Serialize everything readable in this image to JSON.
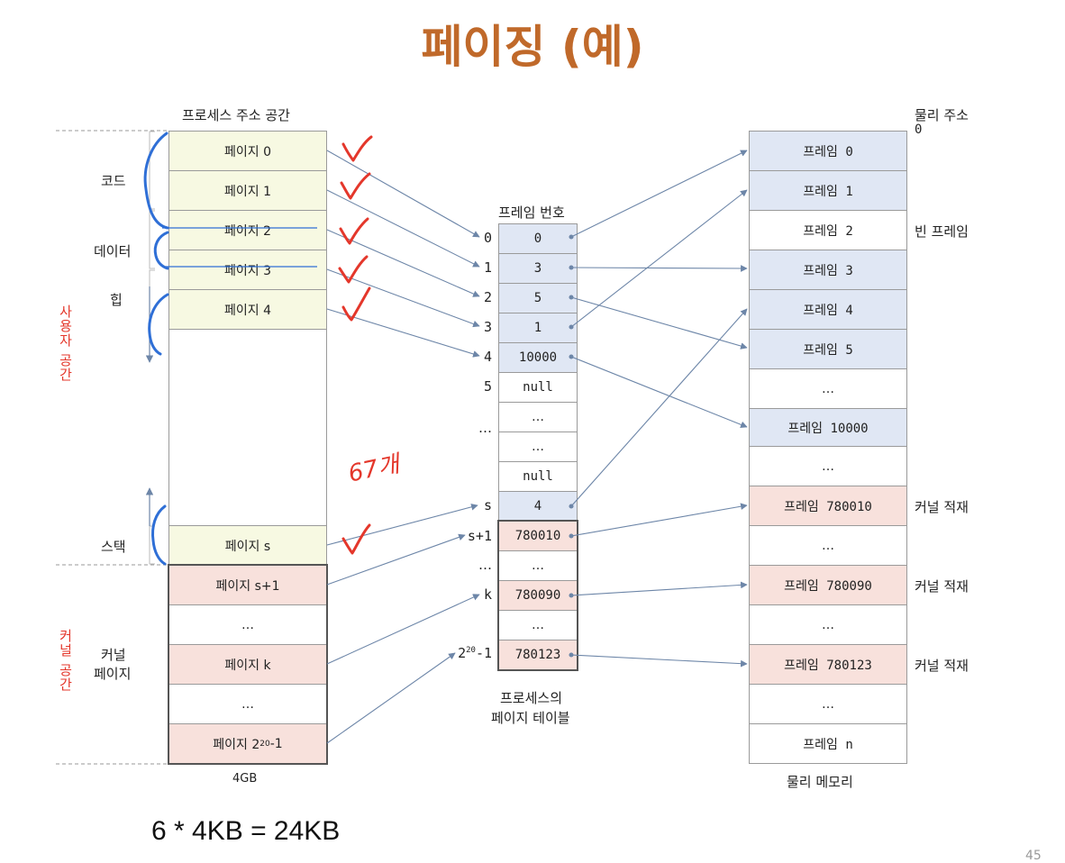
{
  "title": "페이징 (예)",
  "process": {
    "header": "프로세스 주소 공간",
    "bottom": "4GB",
    "sections": {
      "code": "코드",
      "data": "데이터",
      "heap": "힙",
      "stack": "스택",
      "kernel_line1": "커널",
      "kernel_line2": "페이지"
    },
    "user_space": [
      "사",
      "용",
      "자",
      " ",
      "공",
      "간"
    ],
    "kernel_space": [
      "커",
      "널",
      " ",
      "공",
      "간"
    ],
    "pages": [
      "페이지 0",
      "페이지 1",
      "페이지 2",
      "페이지 3",
      "페이지 4",
      "",
      "페이지 s",
      "페이지 s+1",
      "…",
      "페이지 k",
      "…"
    ],
    "last_page_prefix": "페이지 2",
    "last_page_sup": "20",
    "last_page_suffix": "-1"
  },
  "page_table": {
    "header": "프레임 번호",
    "caption_line1": "프로세스의",
    "caption_line2": "페이지 테이블",
    "indices": [
      "0",
      "1",
      "2",
      "3",
      "4",
      "5",
      "…",
      "s",
      "s+1",
      "…",
      "k"
    ],
    "last_index_prefix": "2",
    "last_index_sup": "20",
    "last_index_suffix": "-1",
    "entries": [
      "0",
      "3",
      "5",
      "1",
      "10000",
      "null",
      "…",
      "…",
      "null",
      "4",
      "780010",
      "…",
      "780090",
      "…",
      "780123"
    ]
  },
  "physical": {
    "header_line1": "물리 주소",
    "header_line2": "0",
    "caption": "물리 메모리",
    "frames": [
      "프레임 0",
      "프레임 1",
      "프레임 2",
      "프레임 3",
      "프레임 4",
      "프레임 5",
      "…",
      "프레임 10000",
      "…",
      "프레임 780010",
      "…",
      "프레임 780090",
      "…",
      "프레임 780123",
      "…",
      "프레임 n"
    ],
    "side_labels": {
      "empty_frame": "빈 프레임",
      "kernel_1": "커널 적재",
      "kernel_2": "커널 적재",
      "kernel_3": "커널 적재"
    }
  },
  "annotations": {
    "handwritten": "67개",
    "footnote": "6 * 4KB = 24KB",
    "page_number": "45"
  },
  "colors": {
    "title": "#c0692a",
    "page_fill": "#f7f9e2",
    "frame_fill": "#e0e7f4",
    "kernel_fill": "#f8e1dc",
    "arrow": "#6d86a8",
    "check_mark": "#e4372b",
    "brace": "#2f6fd6"
  }
}
